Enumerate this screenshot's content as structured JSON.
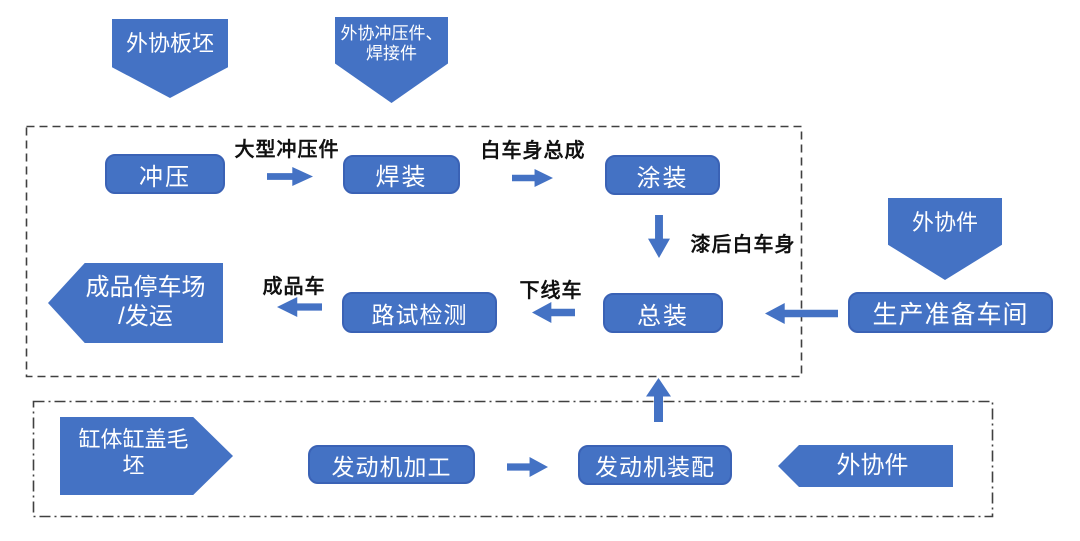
{
  "diagram": {
    "title_hint": "automobile-production-process-flowchart",
    "colors": {
      "shape_fill": "#4472C4",
      "shape_border": "#3A62B5",
      "label_text": "#111111",
      "shape_text": "#ffffff",
      "boundary_stroke": "#404040"
    },
    "process_boxes": {
      "stamping": "冲压",
      "welding": "焊装",
      "painting": "涂装",
      "final_assembly": "总装",
      "road_test": "路试检测",
      "production_prep": "生产准备车间",
      "engine_machining": "发动机加工",
      "engine_assembly": "发动机装配"
    },
    "input_output_shapes": {
      "outsourced_slab": "外协板坯",
      "outsourced_stamping_line1": "外协冲压件、",
      "outsourced_stamping_line2": "焊接件",
      "outsourced_parts_top": "外协件",
      "finished_parking_line1": "成品停车场",
      "finished_parking_line2": "/发运",
      "cylinder_blank_line1": "缸体缸盖毛",
      "cylinder_blank_line2": "坯",
      "outsourced_parts_bottom": "外协件"
    },
    "flow_labels": {
      "large_stamping_parts": "大型冲压件",
      "body_in_white_assembly": "白车身总成",
      "painted_body_in_white": "漆后白车身",
      "offline_vehicle": "下线车",
      "finished_vehicle": "成品车"
    },
    "boundaries": {
      "vehicle_plant": "dashed",
      "engine_plant": "dash-dot"
    }
  }
}
